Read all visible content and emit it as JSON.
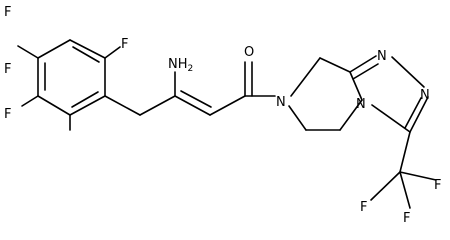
{
  "molecule": {
    "atoms": {
      "f_top_left": "F",
      "f_top_right": "F",
      "f_left_mid": "F",
      "f_left_bottom": "F",
      "nh2": "NH2",
      "o": "O",
      "n_amide": "N",
      "n_triazole_1": "N",
      "n_triazole_2": "N",
      "n_bridgehead": "N",
      "f_cf3_right": "F",
      "f_cf3_left": "F",
      "f_cf3_bottom": "F"
    }
  }
}
